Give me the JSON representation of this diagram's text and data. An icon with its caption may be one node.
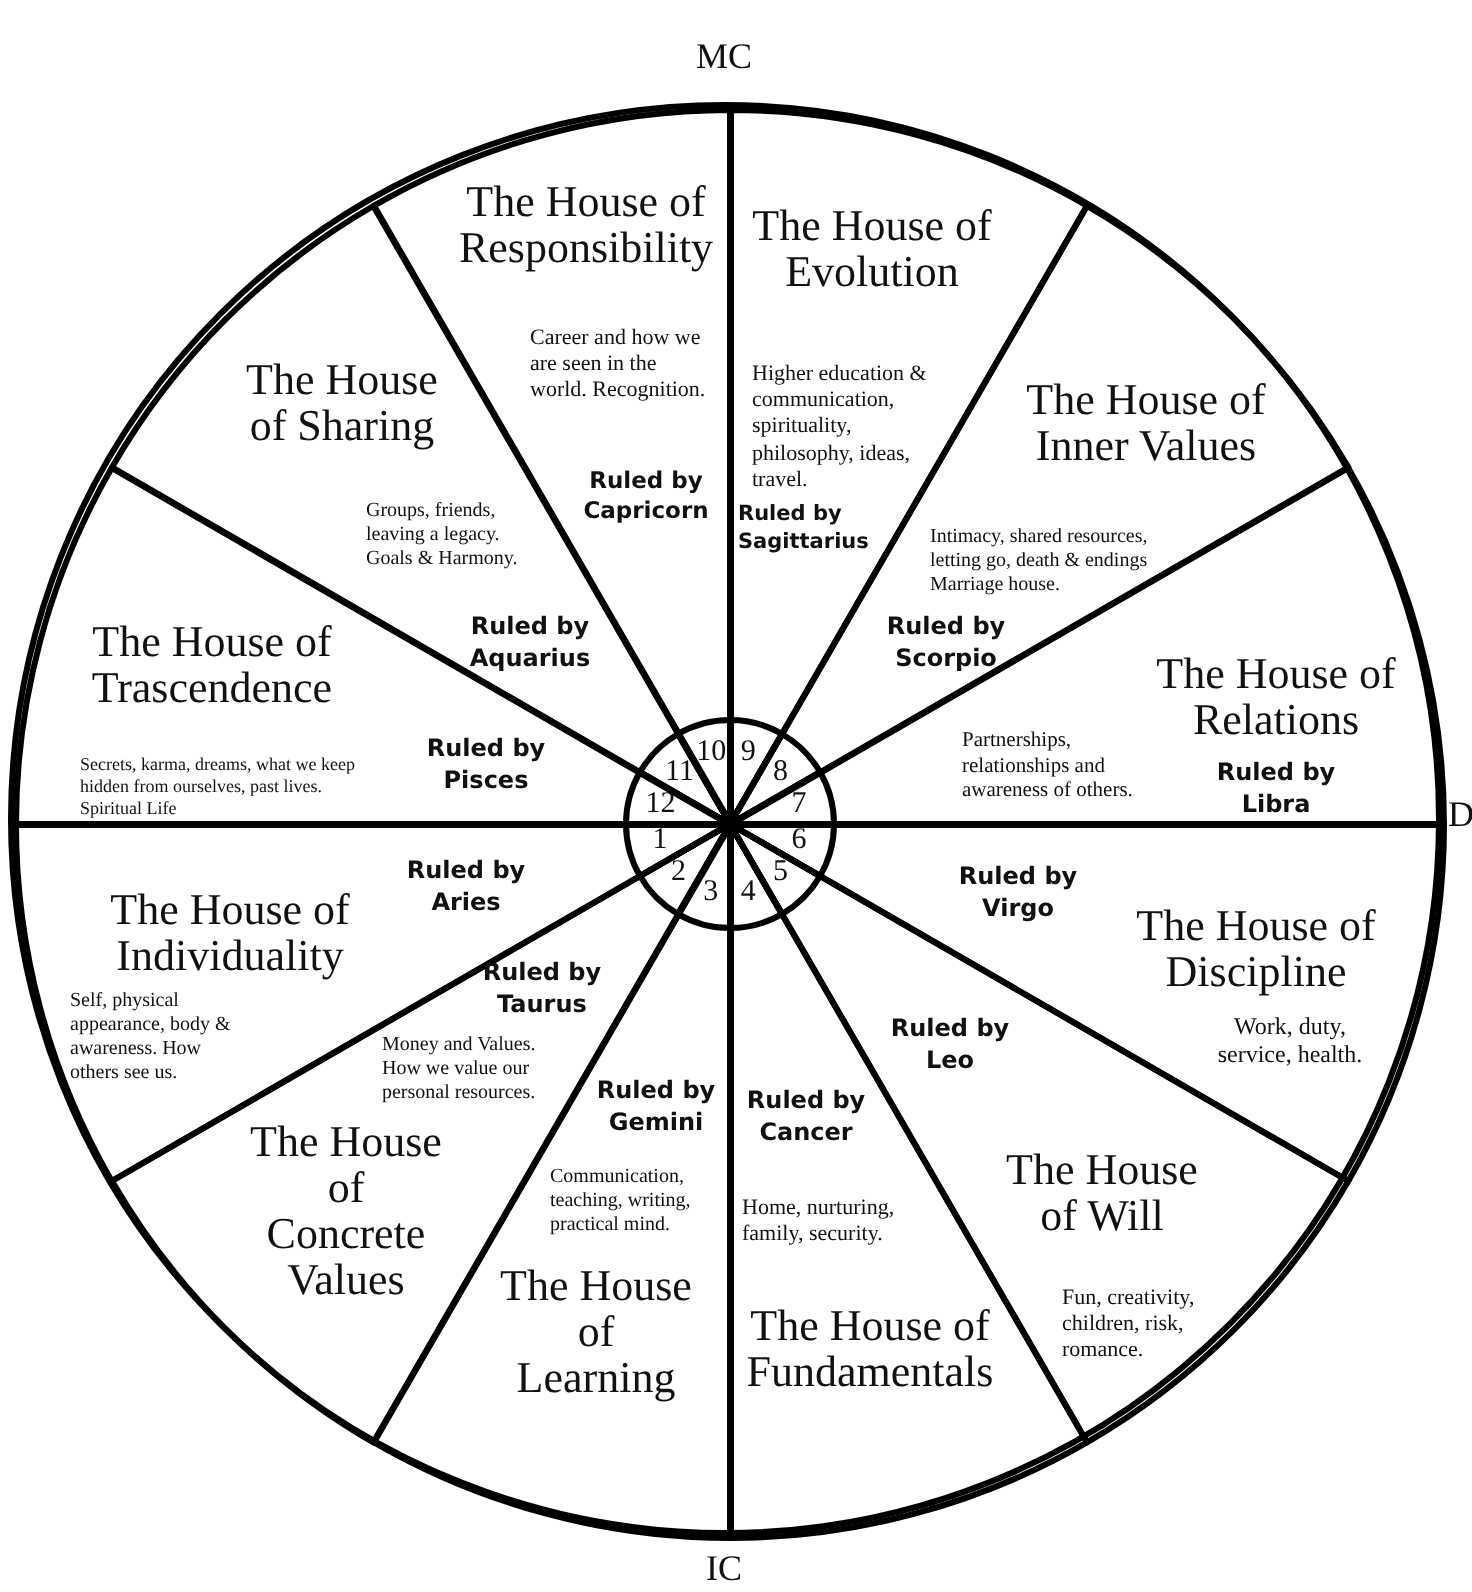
{
  "diagram": {
    "nodes": [
      {
        "text": [],
        "shape": "circle"
      },
      {
        "text": [
          "Ruled by Aries",
          "The House of Individuality",
          "Self, physical appearance, body & awareness. How others see us."
        ],
        "in": 0
      },
      {
        "text": [
          "1"
        ],
        "in": 1
      },
      {
        "text": [
          "Ruled by Taurus",
          "Money and Values. How we value our personal resources.",
          "The House of Concrete Values"
        ],
        "in": 0
      },
      {
        "text": [
          "2"
        ],
        "in": 3
      },
      {
        "text": [
          "Ruled by Gemini",
          "Communication, teaching, writing, practical mind.",
          "The House of Learning"
        ],
        "in": 0
      },
      {
        "text": [
          "3"
        ],
        "in": 5
      },
      {
        "text": [
          "Ruled by Cancer",
          "Home, nurturing, family, security.",
          "The House of Fundamentals"
        ],
        "in": 0
      },
      {
        "text": [
          "4"
        ],
        "in": 7
      },
      {
        "text": [
          "Ruled by Leo",
          "The House of Will",
          "Fun, creativity, children, risk, romance."
        ],
        "in": 0
      },
      {
        "text": [
          "5"
        ],
        "in": 9
      },
      {
        "text": [
          "Ruled by Virgo",
          "The House of Discipline",
          "Work, duty, service, health."
        ],
        "in": 0
      },
      {
        "text": [
          "6"
        ],
        "in": 11
      },
      {
        "text": [
          "The House of Relations",
          "Partnerships, relationships and awareness of others.",
          "Ruled by Libra"
        ],
        "in": 0
      },
      {
        "text": [
          "7"
        ],
        "in": 13
      },
      {
        "text": [
          "The House of Inner Values",
          "Intimacy, shared resources, letting go, death & endings Marriage house.",
          "Ruled by Scorpio"
        ],
        "in": 0
      },
      {
        "text": [
          "8"
        ],
        "in": 15
      },
      {
        "text": [
          "The House of Evolution",
          "Higher education & communication, spirituality, philosophy, ideas, travel.",
          "Ruled by Sagittarius"
        ],
        "in": 0
      },
      {
        "text": [
          "9"
        ],
        "in": 17
      },
      {
        "text": [
          "The House of Responsibility",
          "Career and how we are seen in the world. Recognition.",
          "Ruled by Capricorn"
        ],
        "in": 0
      },
      {
        "text": [
          "10"
        ],
        "in": 19
      },
      {
        "text": [
          "The House of Sharing",
          "Groups, friends, leaving a legacy. Goals & Harmony.",
          "Ruled by Aquarius"
        ],
        "in": 0
      },
      {
        "text": [
          "11"
        ],
        "in": 21
      },
      {
        "text": [
          "The House of Trascendence",
          "Secrets, karma, dreams, what we keep hidden from ourselves, past lives. Spiritual Life",
          "Ruled by Pisces"
        ],
        "in": 0
      },
      {
        "text": [
          "12"
        ],
        "in": 23
      }
    ],
    "labels": [
      "MC",
      "D",
      "IC"
    ]
  }
}
